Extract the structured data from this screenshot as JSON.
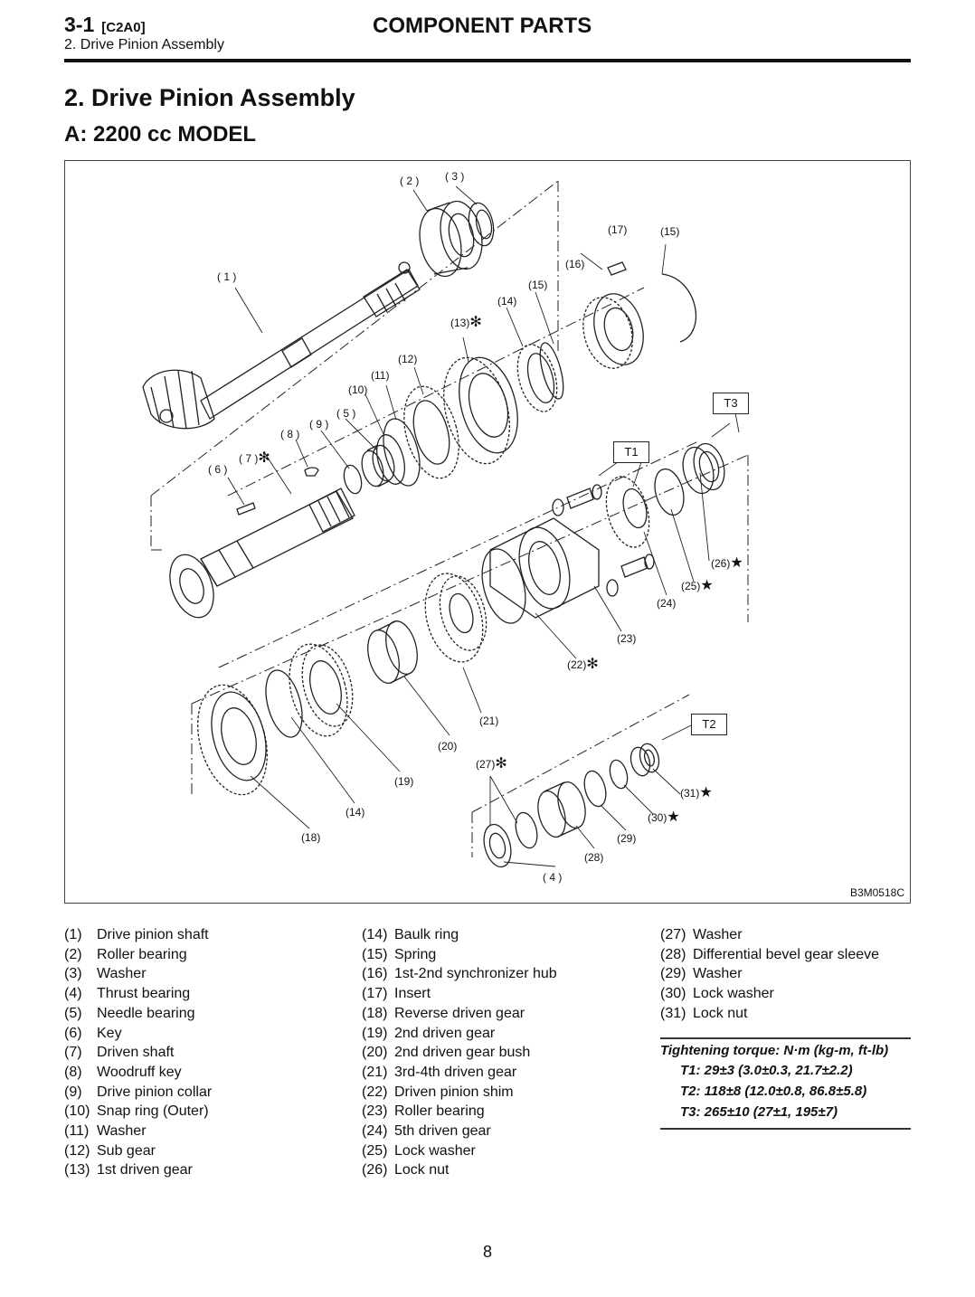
{
  "header": {
    "section_number": "3-1",
    "section_code": "[C2A0]",
    "subsection": "2. Drive Pinion Assembly",
    "title": "COMPONENT PARTS"
  },
  "section_title": "2. Drive Pinion Assembly",
  "subsection_title": "A: 2200 cc MODEL",
  "figure": {
    "code": "B3M0518C",
    "callouts": {
      "c1": "( 1 )",
      "c2": "( 2 )",
      "c3": "( 3 )",
      "c4": "( 4 )",
      "c5": "( 5 )",
      "c6": "( 6 )",
      "c7": "( 7 )",
      "c8": "( 8 )",
      "c9": "( 9 )",
      "c10": "(10)",
      "c11": "(11)",
      "c12": "(12)",
      "c13": "(13)",
      "c14a": "(14)",
      "c14b": "(14)",
      "c15a": "(15)",
      "c15b": "(15)",
      "c16": "(16)",
      "c17": "(17)",
      "c18": "(18)",
      "c19": "(19)",
      "c20": "(20)",
      "c21": "(21)",
      "c22": "(22)",
      "c23": "(23)",
      "c24": "(24)",
      "c25": "(25)",
      "c26": "(26)",
      "c27": "(27)",
      "c28": "(28)",
      "c29": "(29)",
      "c30": "(30)",
      "c31": "(31)",
      "t1": "T1",
      "t2": "T2",
      "t3": "T3"
    },
    "marks": {
      "asterisk": "✻",
      "star": "★"
    }
  },
  "legend": {
    "col1": [
      {
        "num": "(1)",
        "name": "Drive pinion shaft"
      },
      {
        "num": "(2)",
        "name": "Roller bearing"
      },
      {
        "num": "(3)",
        "name": "Washer"
      },
      {
        "num": "(4)",
        "name": "Thrust bearing"
      },
      {
        "num": "(5)",
        "name": "Needle bearing"
      },
      {
        "num": "(6)",
        "name": "Key"
      },
      {
        "num": "(7)",
        "name": "Driven shaft"
      },
      {
        "num": "(8)",
        "name": "Woodruff key"
      },
      {
        "num": "(9)",
        "name": "Drive pinion collar"
      },
      {
        "num": "(10)",
        "name": "Snap ring (Outer)"
      },
      {
        "num": "(11)",
        "name": "Washer"
      },
      {
        "num": "(12)",
        "name": "Sub gear"
      },
      {
        "num": "(13)",
        "name": "1st driven gear"
      }
    ],
    "col2": [
      {
        "num": "(14)",
        "name": "Baulk ring"
      },
      {
        "num": "(15)",
        "name": "Spring"
      },
      {
        "num": "(16)",
        "name": "1st-2nd synchronizer hub"
      },
      {
        "num": "(17)",
        "name": "Insert"
      },
      {
        "num": "(18)",
        "name": "Reverse driven gear"
      },
      {
        "num": "(19)",
        "name": "2nd driven gear"
      },
      {
        "num": "(20)",
        "name": "2nd driven gear bush"
      },
      {
        "num": "(21)",
        "name": "3rd-4th driven gear"
      },
      {
        "num": "(22)",
        "name": "Driven pinion shim"
      },
      {
        "num": "(23)",
        "name": "Roller bearing"
      },
      {
        "num": "(24)",
        "name": "5th driven gear"
      },
      {
        "num": "(25)",
        "name": "Lock washer"
      },
      {
        "num": "(26)",
        "name": "Lock nut"
      }
    ],
    "col3": [
      {
        "num": "(27)",
        "name": "Washer"
      },
      {
        "num": "(28)",
        "name": "Differential bevel gear sleeve"
      },
      {
        "num": "(29)",
        "name": "Washer"
      },
      {
        "num": "(30)",
        "name": "Lock washer"
      },
      {
        "num": "(31)",
        "name": "Lock nut"
      }
    ]
  },
  "torque": {
    "heading": "Tightening torque: N·m (kg-m, ft-lb)",
    "t1": "T1: 29±3 (3.0±0.3, 21.7±2.2)",
    "t2": "T2: 118±8 (12.0±0.8, 86.8±5.8)",
    "t3": "T3: 265±10 (27±1, 195±7)"
  },
  "page_number": "8"
}
